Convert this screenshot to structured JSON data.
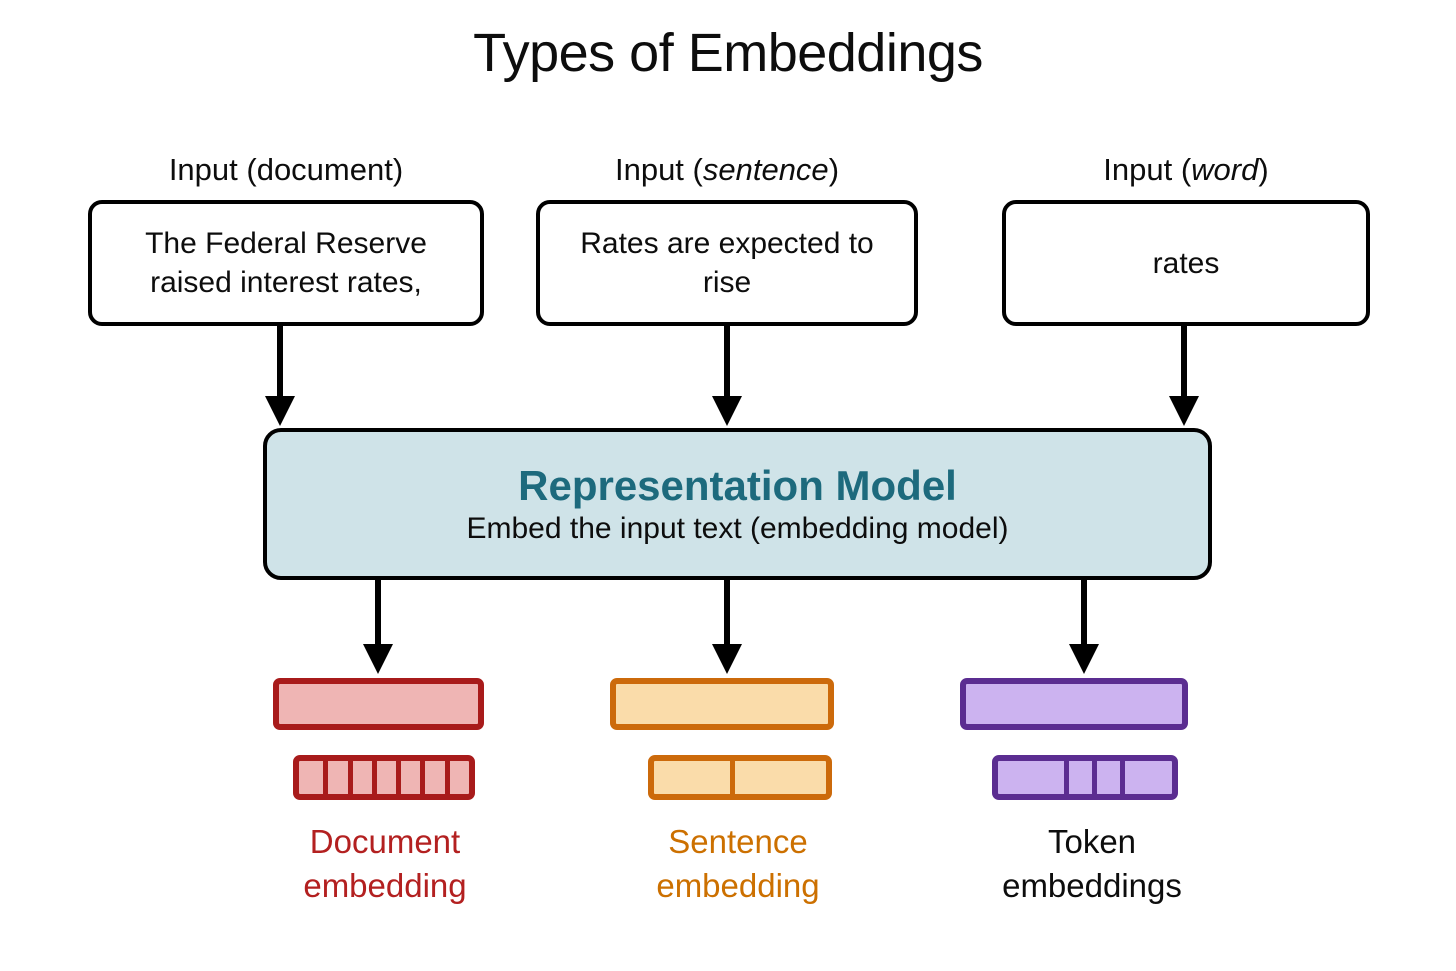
{
  "title": "Types of Embeddings",
  "columns": [
    {
      "id": "document",
      "input_label_prefix": "Input (",
      "input_label_kind": "document",
      "input_label_suffix": ")",
      "input_label_italic": false,
      "input_text": "The Federal Reserve raised interest rates,",
      "output_label_line1": "Document",
      "output_label_line2": "embedding",
      "output_color": "#b32020",
      "bar_fill": "#efb5b4",
      "bar_border": "#a81b1b",
      "segments": 7,
      "segment_widths": [
        14.3,
        14.3,
        14.3,
        14.3,
        14.3,
        14.3,
        14.2
      ]
    },
    {
      "id": "sentence",
      "input_label_prefix": "Input (",
      "input_label_kind": "sentence",
      "input_label_suffix": ")",
      "input_label_italic": true,
      "input_text": "Rates are expected to rise",
      "output_label_line1": "Sentence",
      "output_label_line2": "embedding",
      "output_color": "#cc7000",
      "bar_fill": "#fadcaa",
      "bar_border": "#cc6a0b",
      "segments": 2,
      "segment_widths": [
        44,
        56
      ]
    },
    {
      "id": "token",
      "input_label_prefix": "Input (",
      "input_label_kind": "word",
      "input_label_suffix": ")",
      "input_label_italic": true,
      "input_text": "rates",
      "output_label_line1": "Token",
      "output_label_line2": "embeddings",
      "output_color": "#0d0d0d",
      "bar_fill": "#ccb3f0",
      "bar_border": "#5b2d91",
      "segments": 4,
      "segment_widths": [
        38,
        16,
        16,
        30
      ]
    }
  ],
  "model": {
    "title": "Representation Model",
    "subtitle": "Embed the input text (embedding model)",
    "fill_color": "#cfe3e8",
    "title_color": "#1d6a7d"
  },
  "icons": {
    "arrow_down": "down-arrow-icon"
  }
}
